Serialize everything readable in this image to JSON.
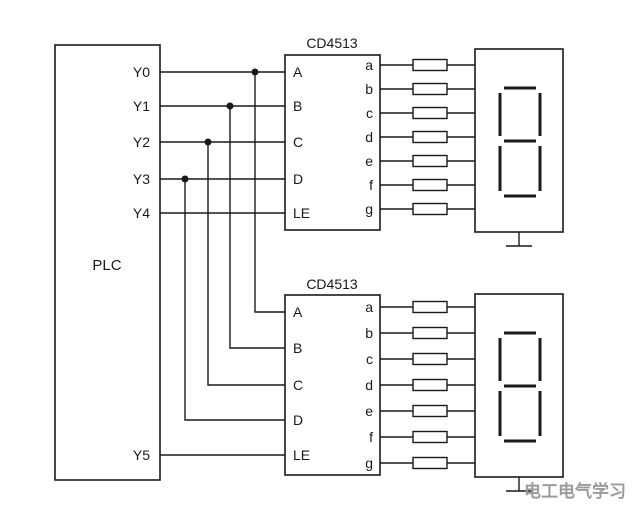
{
  "plc": {
    "label": "PLC",
    "pins": {
      "y0": "Y0",
      "y1": "Y1",
      "y2": "Y2",
      "y3": "Y3",
      "y4": "Y4",
      "y5": "Y5"
    }
  },
  "chip_top": {
    "title": "CD4513",
    "inputs": {
      "a": "A",
      "b": "B",
      "c": "C",
      "d": "D",
      "le": "LE"
    },
    "outputs": {
      "a": "a",
      "b": "b",
      "c": "c",
      "d": "d",
      "e": "e",
      "f": "f",
      "g": "g"
    }
  },
  "chip_bottom": {
    "title": "CD4513",
    "inputs": {
      "a": "A",
      "b": "B",
      "c": "C",
      "d": "D",
      "le": "LE"
    },
    "outputs": {
      "a": "a",
      "b": "b",
      "c": "c",
      "d": "d",
      "e": "e",
      "f": "f",
      "g": "g"
    }
  },
  "watermark": "电工电气学习",
  "colors": {
    "line": "#1a1a1a",
    "background": "#ffffff",
    "watermark": "#9b9b9b"
  }
}
